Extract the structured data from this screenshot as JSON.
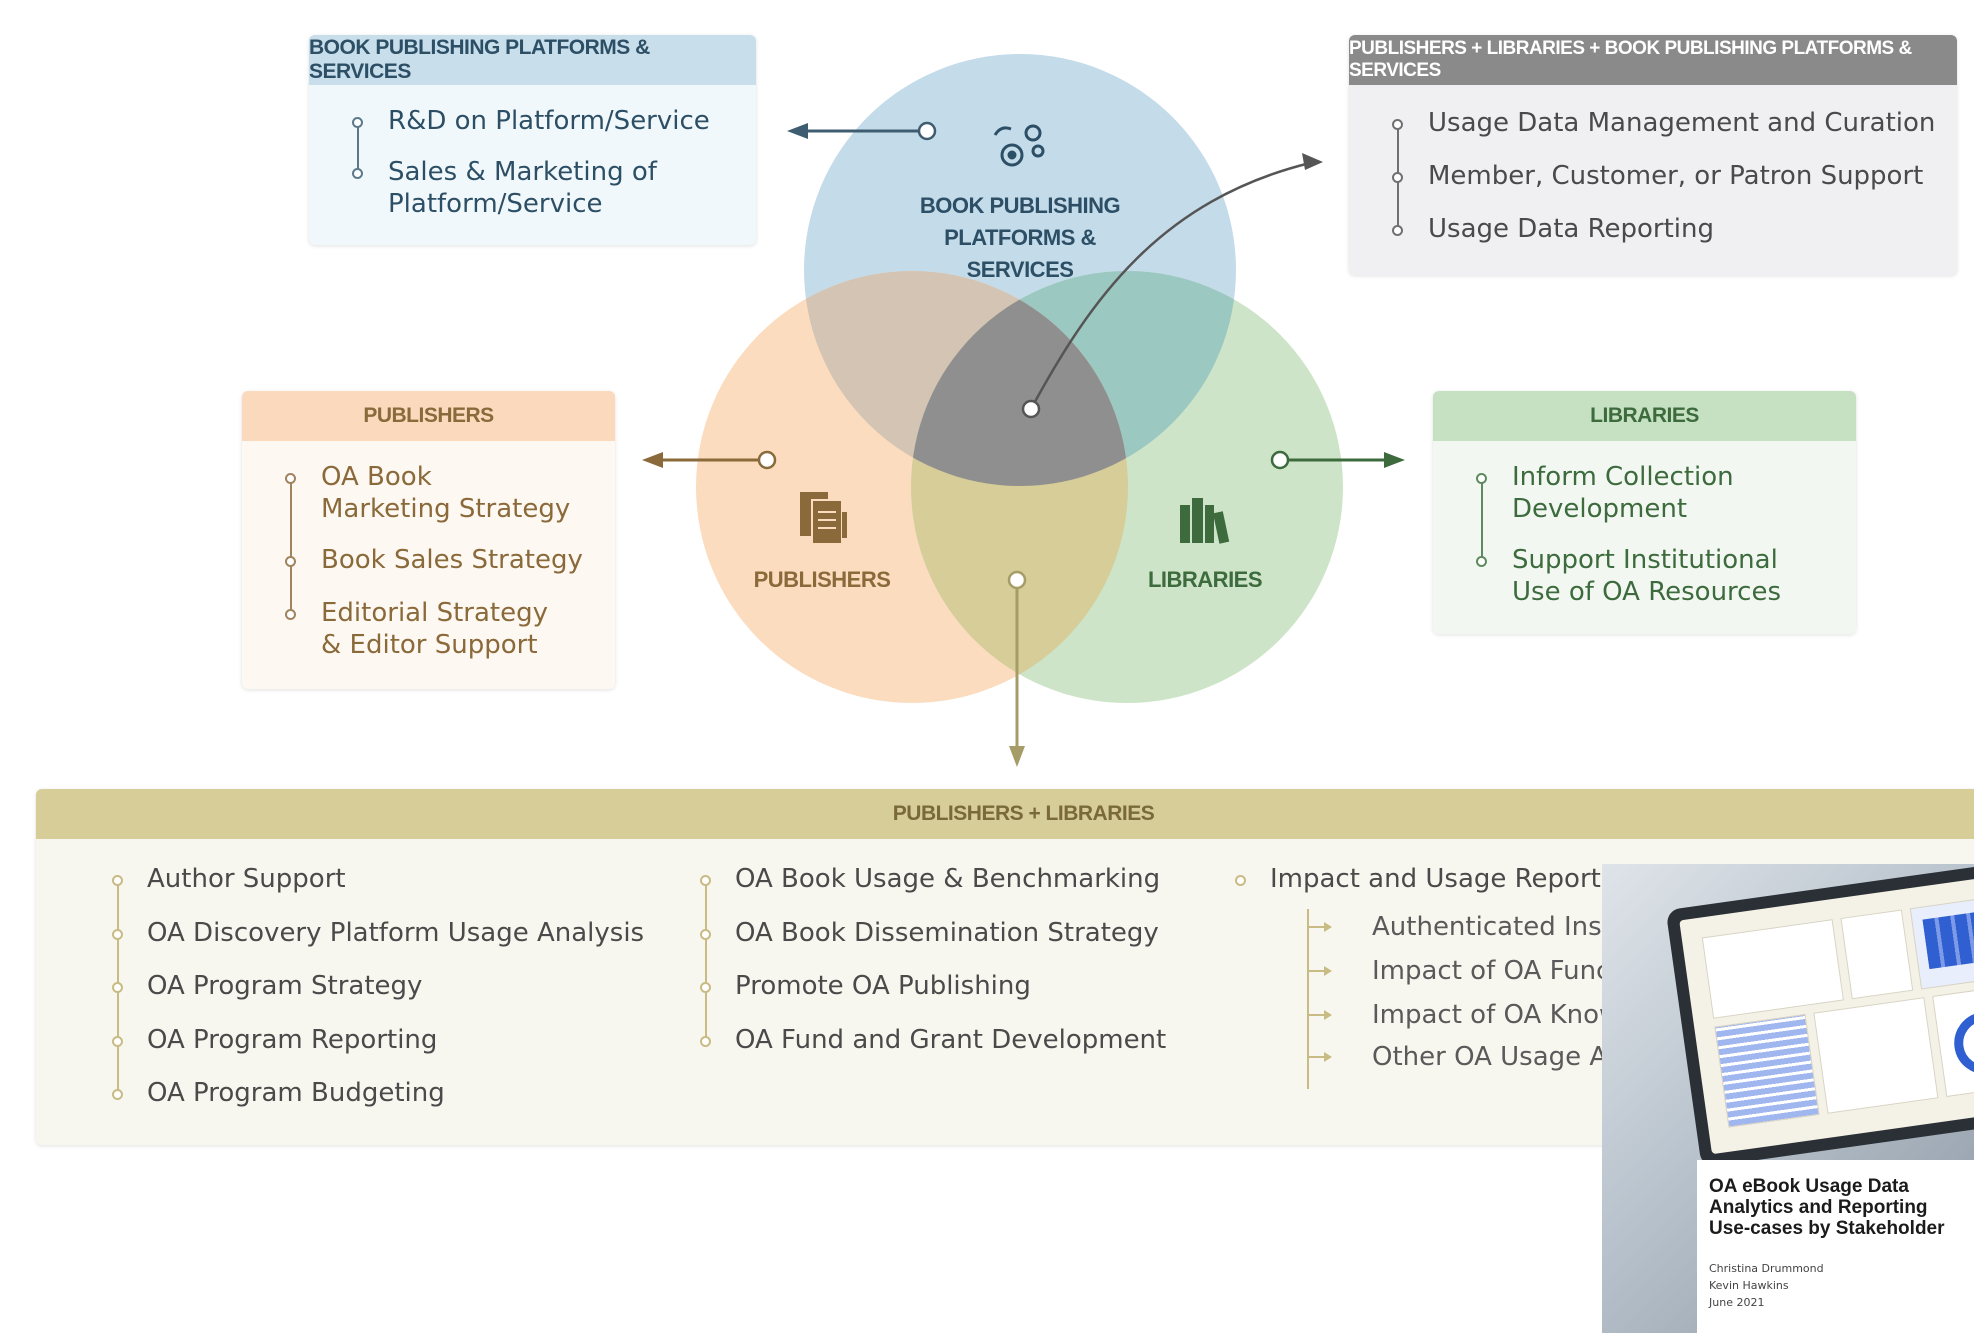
{
  "venn": {
    "platforms_label_1": "BOOK PUBLISHING",
    "platforms_label_2": "PLATFORMS & SERVICES",
    "publishers_label": "PUBLISHERS",
    "libraries_label": "LIBRARIES"
  },
  "platforms_box": {
    "title": "BOOK PUBLISHING PLATFORMS & SERVICES",
    "items": [
      "R&D on Platform/Service",
      "Sales & Marketing of",
      "Platform/Service"
    ]
  },
  "all_box": {
    "title": "PUBLISHERS + LIBRARIES + BOOK PUBLISHING PLATFORMS & SERVICES",
    "items": [
      "Usage Data Management and Curation",
      "Member, Customer, or Patron Support",
      "Usage Data Reporting"
    ]
  },
  "publishers_box": {
    "title": "PUBLISHERS",
    "items": [
      "OA Book",
      "Marketing Strategy",
      "Book Sales Strategy",
      "Editorial Strategy",
      "& Editor Support"
    ]
  },
  "libraries_box": {
    "title": "LIBRARIES",
    "items": [
      "Inform Collection",
      "Development",
      "Support Institutional",
      "Use of OA Resources"
    ]
  },
  "publishers_libraries_box": {
    "title": "PUBLISHERS + LIBRARIES",
    "col1": [
      "Author Support",
      "OA Discovery Platform Usage Analysis",
      "OA Program Strategy",
      "OA Program Reporting",
      "OA Program Budgeting"
    ],
    "col2": [
      "OA Book Usage & Benchmarking",
      "OA Book Dissemination Strategy",
      "Promote OA Publishing",
      "OA Fund and Grant Development"
    ],
    "col3_head": "Impact and Usage Reportin",
    "col3_sub": [
      "Authenticated Insti",
      "Impact of OA Func",
      "Impact of OA Know",
      "Other OA Usage A"
    ]
  },
  "thumbnail": {
    "title_1": "OA eBook Usage Data",
    "title_2": "Analytics and Reporting",
    "title_3": "Use-cases by Stakeholder",
    "author_1": "Christina Drummond",
    "author_2": "Kevin Hawkins",
    "date": "June 2021"
  },
  "colors": {
    "platforms": "#aecde3",
    "publishers": "#f8cda8",
    "libraries": "#b9dcb4",
    "pub_lib": "#d6cd98",
    "center": "#8f8f8f",
    "platforms_text": "#2d4f66",
    "publishers_text": "#8a6a3a",
    "libraries_text": "#3d6b3d"
  }
}
